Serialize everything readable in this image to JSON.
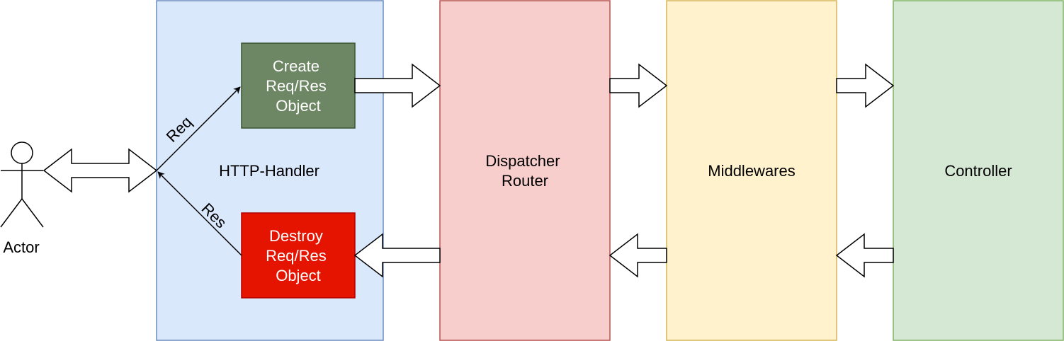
{
  "actor": {
    "label": "Actor"
  },
  "http_handler": {
    "label": "HTTP-Handler",
    "fill": "#dae8fc",
    "stroke": "#6c8ebf"
  },
  "create_box": {
    "lines": [
      "Create",
      "Req/Res",
      "Object"
    ],
    "fill": "#6d8764",
    "stroke": "#3a5431"
  },
  "destroy_box": {
    "lines": [
      "Destroy",
      "Req/Res",
      "Object"
    ],
    "fill": "#e51400",
    "stroke": "#b20000"
  },
  "edges": {
    "req_label": "Req",
    "res_label": "Res"
  },
  "dispatcher": {
    "lines": [
      "Dispatcher",
      "Router"
    ],
    "fill": "#f8cecc",
    "stroke": "#b85450"
  },
  "middlewares": {
    "label": "Middlewares",
    "fill": "#fff2cc",
    "stroke": "#d6b656"
  },
  "controller": {
    "label": "Controller",
    "fill": "#d5e8d4",
    "stroke": "#82b366"
  }
}
